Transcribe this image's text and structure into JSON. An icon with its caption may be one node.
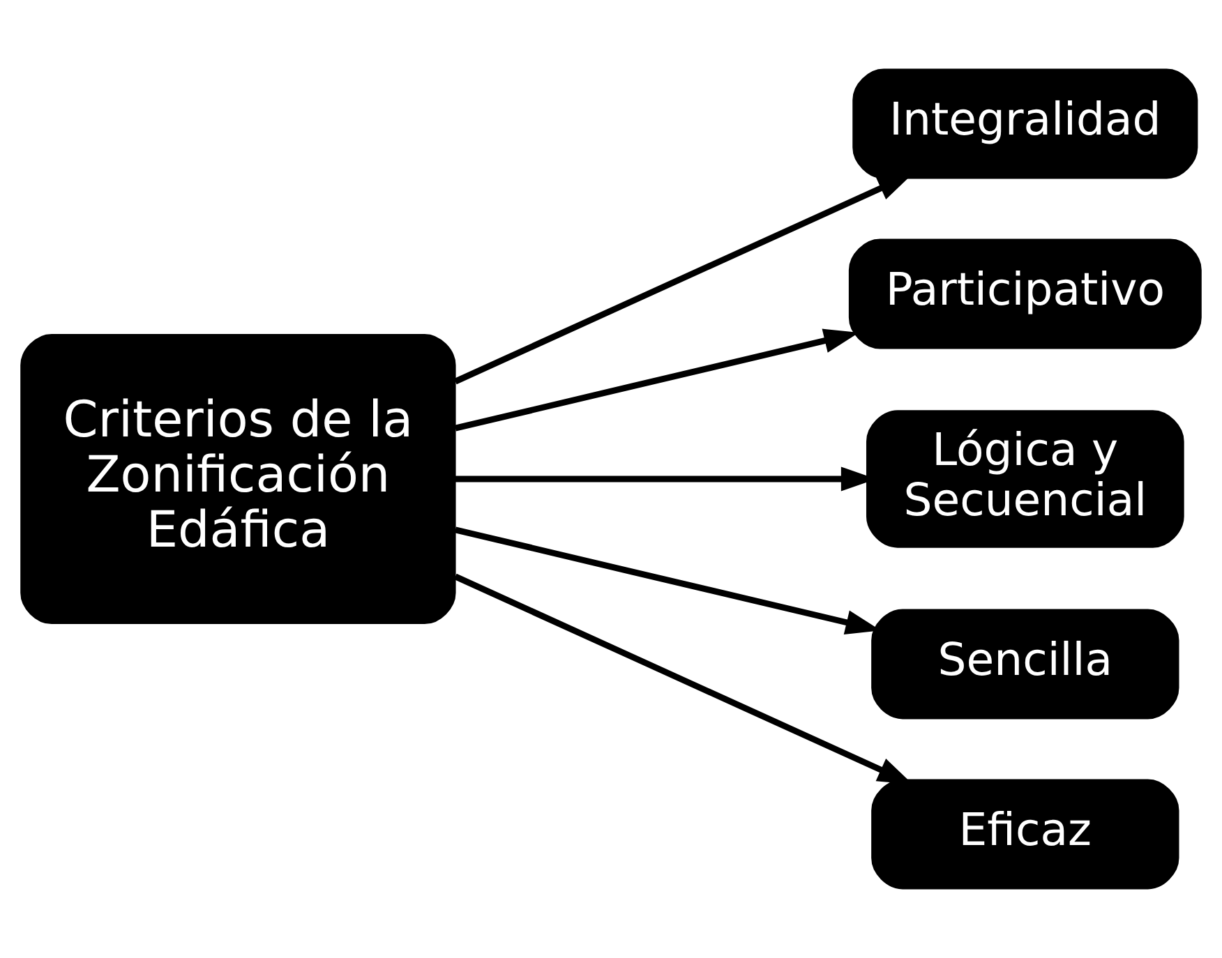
{
  "diagram": {
    "nodes": [
      {
        "text": [
          "Criterios de la Zonificación Edáfica"
        ]
      },
      {
        "text": [
          "Integralidad"
        ]
      },
      {
        "text": [
          "Participativo"
        ]
      },
      {
        "text": [
          "Lógica y Secuencial"
        ]
      },
      {
        "text": [
          "Sencilla"
        ]
      },
      {
        "text": [
          "Eficaz"
        ]
      }
    ],
    "edges": [
      {
        "from": 0,
        "to": 1,
        "arrow": "to"
      },
      {
        "from": 0,
        "to": 2,
        "arrow": "to"
      },
      {
        "from": 0,
        "to": 3,
        "arrow": "to"
      },
      {
        "from": 0,
        "to": 4,
        "arrow": "to"
      },
      {
        "from": 0,
        "to": 5,
        "arrow": "to"
      }
    ]
  }
}
